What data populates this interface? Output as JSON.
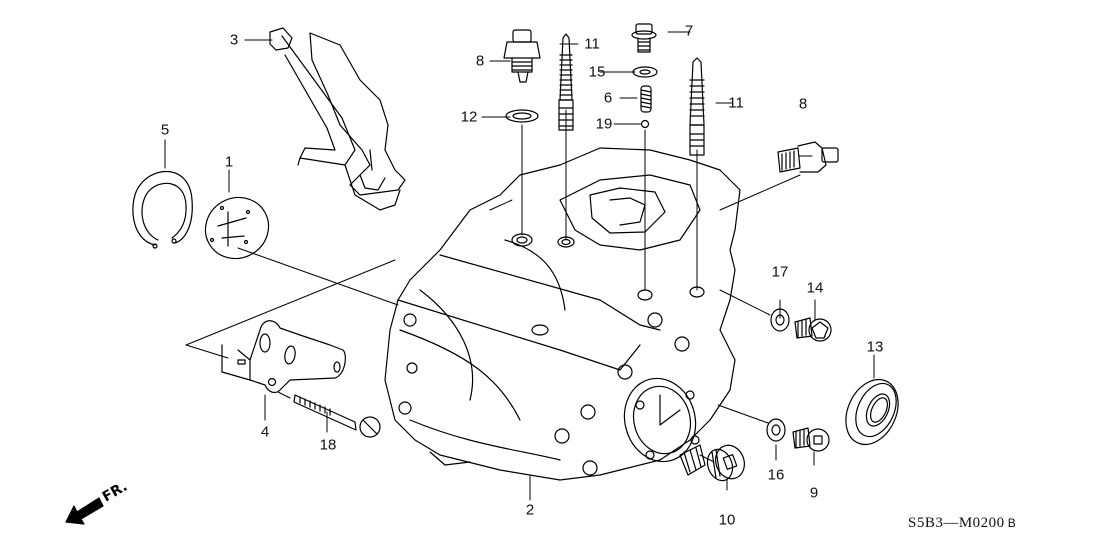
{
  "diagram": {
    "title": "Transmission housing exploded parts diagram",
    "diagram_code": "S5B3—M0200",
    "diagram_code_suffix": "B",
    "direction_label": "FR.",
    "ink_color": "#000000",
    "background_color": "#ffffff",
    "callouts": [
      {
        "id": "c1",
        "label": "1",
        "part": "magnet-plate"
      },
      {
        "id": "c2",
        "label": "2",
        "part": "transmission-housing"
      },
      {
        "id": "c3",
        "label": "3",
        "part": "harness-bracket"
      },
      {
        "id": "c4",
        "label": "4",
        "part": "mount-bracket"
      },
      {
        "id": "c5",
        "label": "5",
        "part": "snap-ring"
      },
      {
        "id": "c6",
        "label": "6",
        "part": "spring"
      },
      {
        "id": "c7",
        "label": "7",
        "part": "sealing-bolt"
      },
      {
        "id": "c8a",
        "label": "8",
        "part": "switch-top"
      },
      {
        "id": "c8b",
        "label": "8",
        "part": "switch-side"
      },
      {
        "id": "c9",
        "label": "9",
        "part": "drain-bolt"
      },
      {
        "id": "c10",
        "label": "10",
        "part": "plug"
      },
      {
        "id": "c11a",
        "label": "11",
        "part": "stud-bolt-left"
      },
      {
        "id": "c11b",
        "label": "11",
        "part": "stud-bolt-right"
      },
      {
        "id": "c12",
        "label": "12",
        "part": "washer-top"
      },
      {
        "id": "c13",
        "label": "13",
        "part": "oil-seal"
      },
      {
        "id": "c14",
        "label": "14",
        "part": "filler-bolt"
      },
      {
        "id": "c15",
        "label": "15",
        "part": "washer-small"
      },
      {
        "id": "c16",
        "label": "16",
        "part": "washer-drain"
      },
      {
        "id": "c17",
        "label": "17",
        "part": "washer-filler"
      },
      {
        "id": "c18",
        "label": "18",
        "part": "flange-bolt"
      },
      {
        "id": "c19",
        "label": "19",
        "part": "steel-ball"
      }
    ]
  }
}
